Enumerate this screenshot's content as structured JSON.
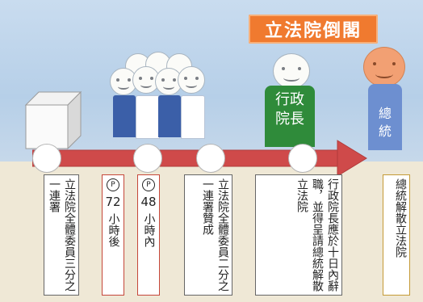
{
  "title": "立法院倒閣",
  "figures": {
    "premier_label": "行政院長",
    "president_label": "總統"
  },
  "steps": [
    {
      "text": "立法院全體委員三分之一連署"
    },
    {
      "number": "72",
      "text": "小時後"
    },
    {
      "number": "48",
      "text": "小時內"
    },
    {
      "text": "立法院全體委員二分之一連署贊成"
    },
    {
      "text": "行政院長應於十日內辭職，並得呈請總統解散立法院"
    },
    {
      "text": "總統解散立法院"
    }
  ],
  "colors": {
    "banner": "#f07a2f",
    "arrow": "#cf4a4a",
    "crowd_body": "#3b5fa8",
    "premier_body": "#2f8b3a",
    "president_body": "#6d8fd0"
  }
}
